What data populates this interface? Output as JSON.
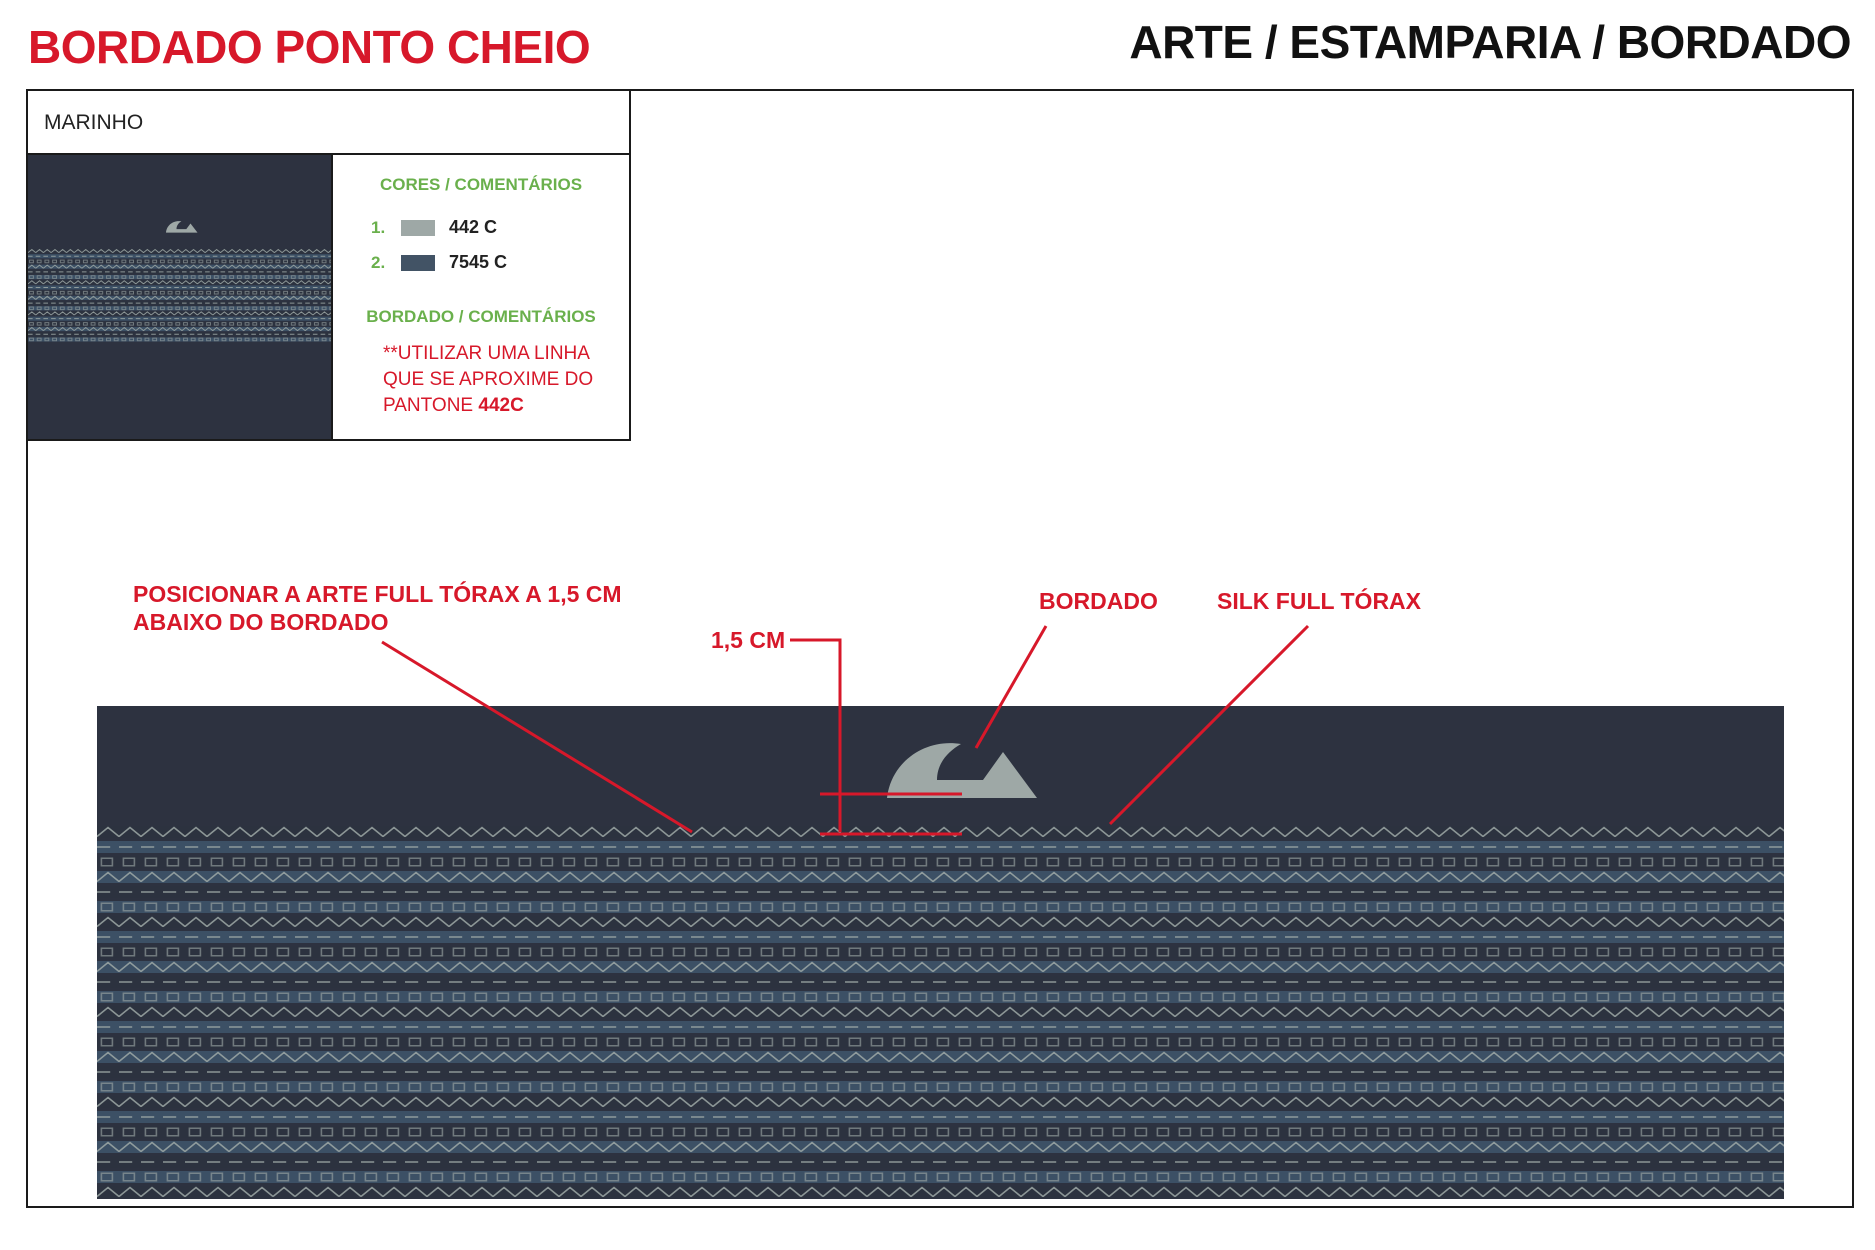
{
  "header": {
    "title_left": "BORDADO PONTO CHEIO",
    "title_right": "ARTE / ESTAMPARIA / BORDADO"
  },
  "info": {
    "variant": "MARINHO",
    "colors_heading": "CORES / COMENTÁRIOS",
    "colors": [
      {
        "num": "1.",
        "name": "442 C",
        "hex": "#9ea8a6"
      },
      {
        "num": "2.",
        "name": "7545 C",
        "hex": "#425365"
      }
    ],
    "embroidery_heading": "BORDADO / COMENTÁRIOS",
    "embroidery_note_lines": [
      "**UTILIZAR UMA LINHA",
      "QUE SE APROXIME DO"
    ],
    "embroidery_note_last_prefix": "PANTONE ",
    "embroidery_note_last_bold": "442C"
  },
  "callouts": {
    "position_line1": "POSICIONAR A ARTE FULL TÓRAX A 1,5 CM",
    "position_line2": "ABAIXO DO BORDADO",
    "distance": "1,5 CM",
    "embroidery": "BORDADO",
    "silk": "SILK FULL TÓRAX"
  },
  "palette": {
    "navy": "#2d3240",
    "stripe_blue": "#3f566c",
    "stripe_light": "#9ea8a6",
    "accent_red": "#d7182a",
    "note_green": "#6ab04c"
  },
  "icons": {
    "logo": "wave-mountain-logo-icon"
  }
}
